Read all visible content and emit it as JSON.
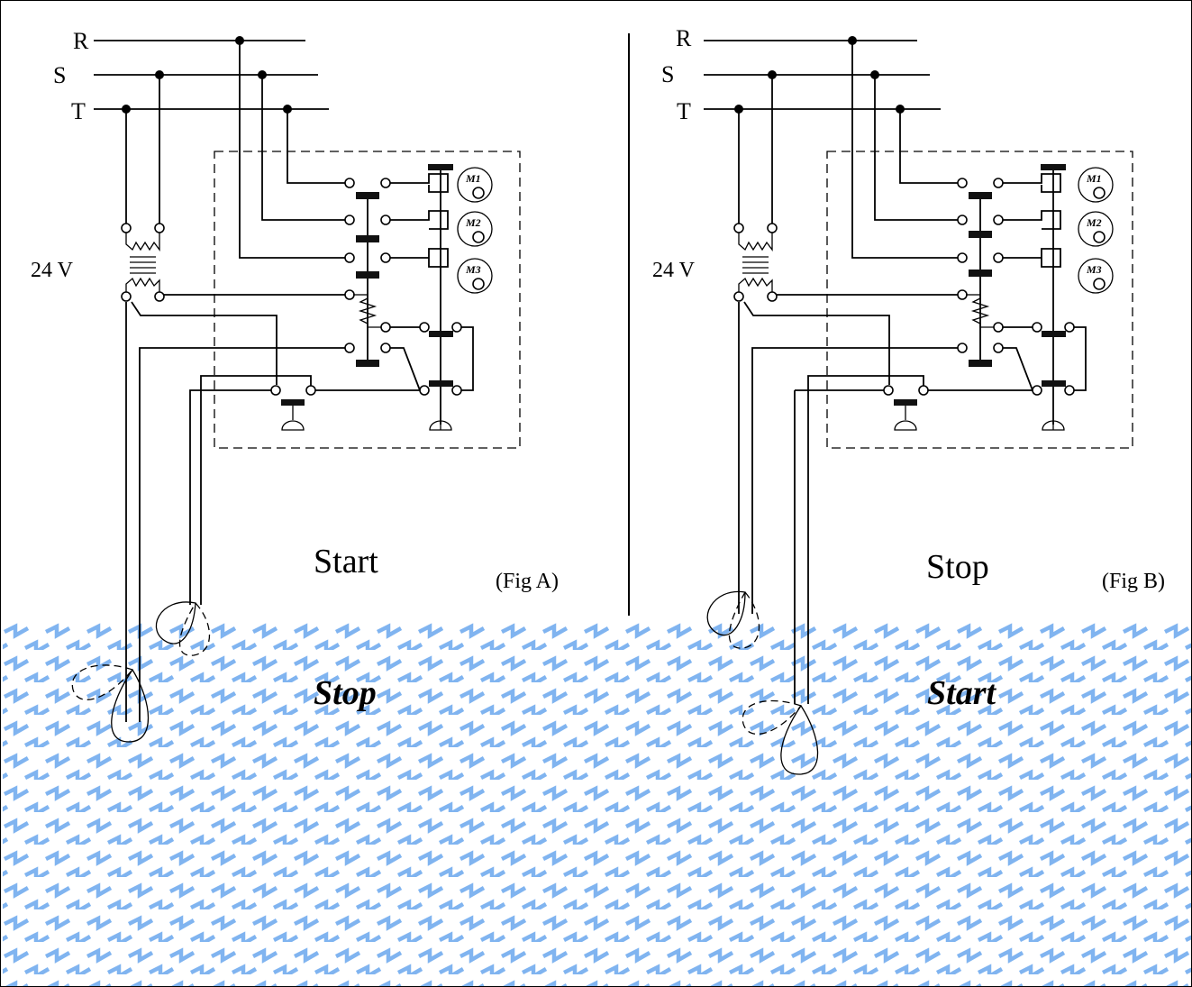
{
  "colors": {
    "water": "#80b4f0",
    "ink": "#000000",
    "background": "#ffffff"
  },
  "figures": [
    {
      "id": "A",
      "phases": [
        "R",
        "S",
        "T"
      ],
      "voltage": "24 V",
      "motors": [
        "M1",
        "M2",
        "M3"
      ],
      "state_label": "Start",
      "caption": "(Fig A)",
      "water_label": "Stop"
    },
    {
      "id": "B",
      "phases": [
        "R",
        "S",
        "T"
      ],
      "voltage": "24 V",
      "motors": [
        "M1",
        "M2",
        "M3"
      ],
      "state_label": "Stop",
      "caption": "(Fig B)",
      "water_label": "Start"
    }
  ]
}
